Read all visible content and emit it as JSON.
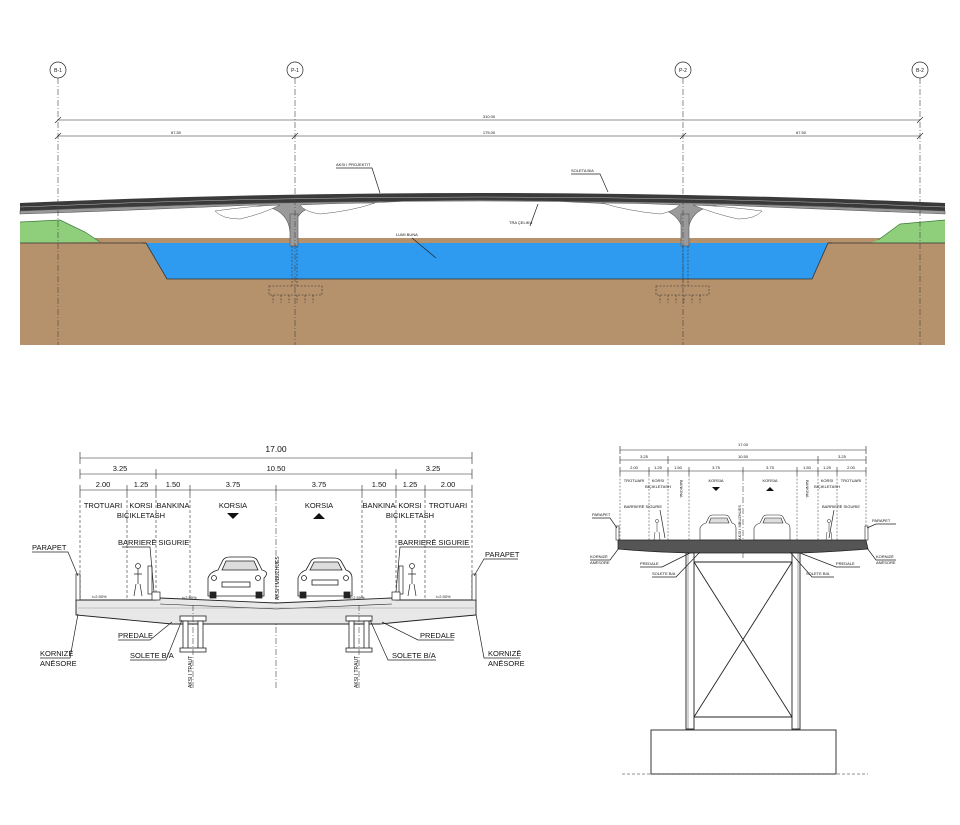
{
  "elevation": {
    "axes": [
      "B-1",
      "P-1",
      "P-2",
      "B-2"
    ],
    "total_dim": "310.00",
    "span_dims": [
      "67.50",
      "175.00",
      "67.50"
    ],
    "labels": {
      "deck_axis": "AKSI I PROJEKTIT",
      "slab": "SOLETA B/A",
      "water_level": "LUMI BUNA",
      "pier_note": "TRA ÇELIKU"
    },
    "colors": {
      "water": "#2f9bf0",
      "soil": "#b5916c",
      "grass": "#8fce7a",
      "deck": "#9a9a9a"
    }
  },
  "section_left": {
    "total": "17.00",
    "parts": [
      "3.25",
      "10.50",
      "3.25"
    ],
    "details": [
      "2.00",
      "1.25",
      "1.50",
      "3.75",
      "3.75",
      "1.50",
      "1.25",
      "2.00"
    ],
    "zones": {
      "trotuari_l": "TROTUARI",
      "korsi_l_1": "KORSI",
      "korsi_l_2": "BIÇIKLETASH",
      "bankina_l": "BANKINA",
      "korsia_l": "KORSIA",
      "korsia_r": "KORSIA",
      "bankina_r": "BANKINA",
      "korsi_r_1": "KORSI",
      "korsi_r_2": "BIÇIKLETASH",
      "trotuari_r": "TROTUARI"
    },
    "center_axis": "AKSI I MBUZHUES",
    "callouts": {
      "parapet_l": "PARAPET",
      "barrier_l": "BARRIERË SIGURIE",
      "barrier_r": "BARRIERË SIGURIE",
      "parapet_r": "PARAPET",
      "kornize_l_1": "KORNIZË",
      "kornize_l_2": "ANËSORE",
      "predale_l": "PREDALE",
      "solete_l": "SOLETE B/A",
      "predale_r": "PREDALE",
      "solete_r": "SOLETE B/A",
      "kornize_r_1": "KORNIZË",
      "kornize_r_2": "ANËSORE",
      "beam_axis_l": "AKSI I TRAUT",
      "beam_axis_r": "AKSI I TRAUT"
    },
    "slopes": [
      "i=2.50%",
      "i=2.50%",
      "i=2.50%",
      "i=2.50%"
    ]
  },
  "section_right": {
    "total": "17.00",
    "parts": [
      "3.25",
      "10.50",
      "3.25"
    ],
    "details": [
      "2.00",
      "1.25",
      "1.50",
      "3.75",
      "3.75",
      "1.50",
      "1.25",
      "2.00"
    ],
    "zones": {
      "trotuari_l": "TROTUARI",
      "korsi_l_1": "KORSI",
      "korsi_l_2": "BIÇIKLETASH",
      "bankina_l": "BANKINA",
      "korsia_l": "KORSIA",
      "korsia_r": "KORSIA",
      "bankina_r": "BANKINA",
      "korsi_r_1": "KORSI",
      "korsi_r_2": "BIÇIKLETASH",
      "trotuari_r": "TROTUARI"
    },
    "center_axis": "AKSI I MBUZHUES",
    "callouts": {
      "parapet_l": "PARAPET",
      "barrier_l": "BARRIERË SIGURIE",
      "barrier_r": "BARRIERË SIGURIE",
      "parapet_r": "PARAPET",
      "kornize_l_1": "KORNIZË",
      "kornize_l_2": "ANËSORE",
      "solete_l": "SOLETE B/A",
      "predale_l": "PREDALE",
      "solete_r": "SOLETE B/A",
      "predale_r": "PREDALE",
      "kornize_r_1": "KORNIZË",
      "kornize_r_2": "ANËSORE"
    }
  }
}
